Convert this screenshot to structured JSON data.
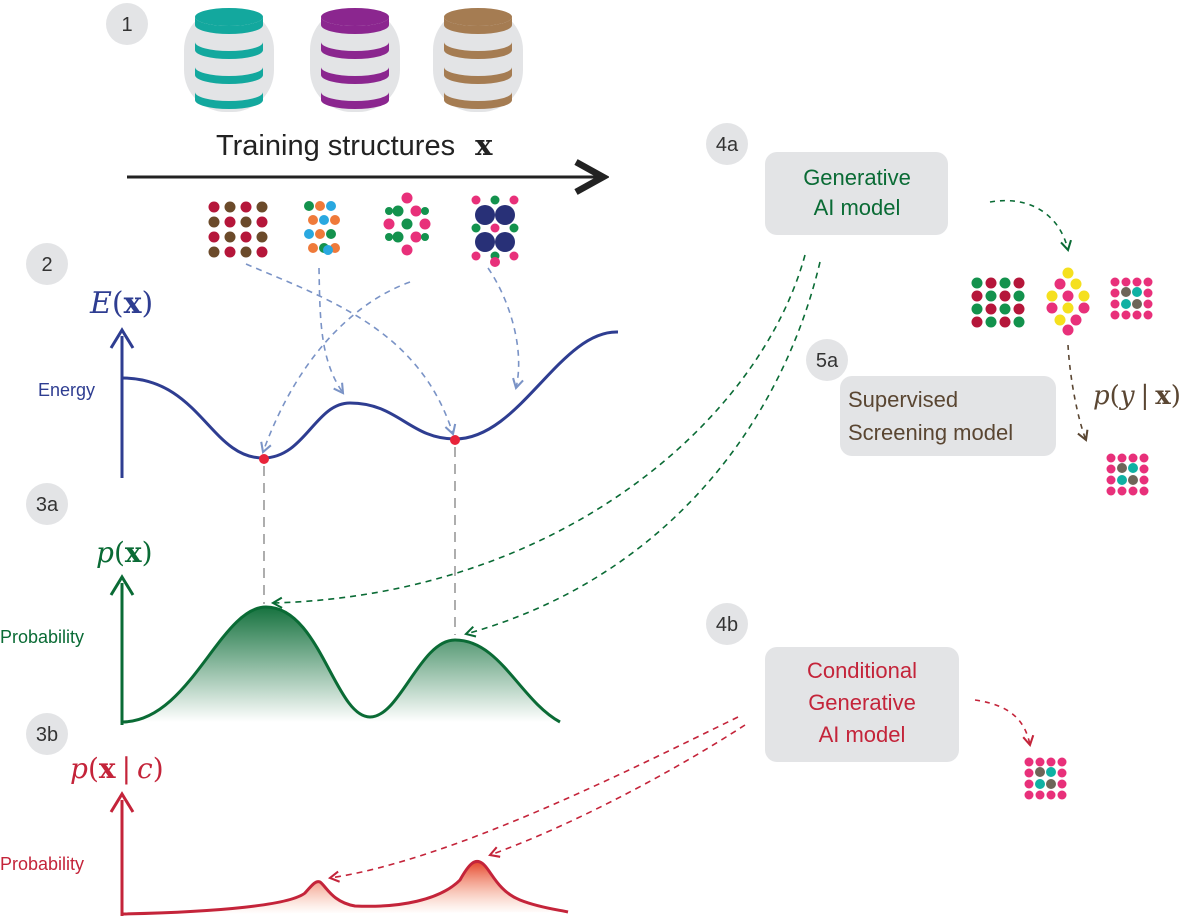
{
  "steps": {
    "s1": "1",
    "s2": "2",
    "s3a": "3a",
    "s3b": "3b",
    "s4a": "4a",
    "s4b": "4b",
    "s5a": "5a"
  },
  "training": {
    "label": "Training structures",
    "symbol": "x"
  },
  "energy_plot": {
    "axis_symbol_E": "E",
    "axis_symbol_x": "x",
    "ylabel": "Energy"
  },
  "prob_plot": {
    "axis_label_p": "p",
    "axis_label_x": "x",
    "ylabel": "Probability"
  },
  "cond_plot": {
    "axis_label_p": "p",
    "axis_label_x": "x",
    "axis_label_bar": "|",
    "axis_label_c": "c",
    "ylabel": "Probability"
  },
  "models": {
    "generative_line1": "Generative",
    "generative_line2": "AI model",
    "supervised_line1": "Supervised",
    "supervised_line2": "Screening model",
    "conditional_line1": "Conditional",
    "conditional_line2": "Generative",
    "conditional_line3": "AI model"
  },
  "screening_formula": {
    "p": "p",
    "y": "y",
    "bar": "|",
    "x": "x"
  },
  "colors": {
    "teal": "#13a89e",
    "purple": "#8b268f",
    "brown": "#a57c52",
    "energy_blue": "#2e3d91",
    "arrow_blue": "#7a93c6",
    "green": "#0a6b35",
    "red": "#c4243a",
    "gray_box": "#e3e4e6",
    "pink": "#e8307a",
    "dark_green_atom": "#13924d",
    "maroon": "#b5163a",
    "olive_brown": "#6b4a2a",
    "orange": "#ef7a3a",
    "sky": "#29a8e0",
    "navy": "#283077",
    "yellow": "#f5e01e",
    "gray_atom": "#6e6558",
    "teal_atom": "#0fb1a3"
  }
}
